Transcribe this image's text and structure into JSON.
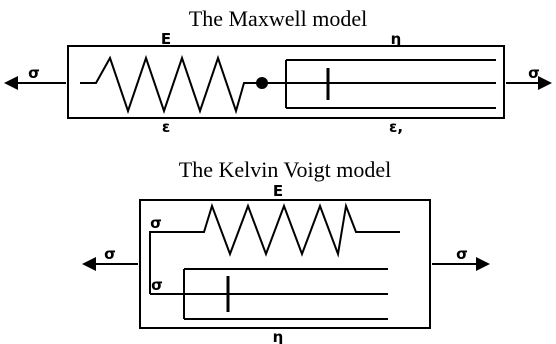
{
  "maxwell": {
    "title": "The Maxwell model",
    "spring_label": "E",
    "dashpot_label": "η",
    "strain_spring_label": "ε",
    "strain_dashpot_label": "ε,",
    "stress_left_label": "σ",
    "stress_right_label": "σ"
  },
  "kelvin_voigt": {
    "title": "The Kelvin Voigt model",
    "spring_label": "E",
    "dashpot_label": "η",
    "stress_inner_top_label": "σ",
    "stress_inner_bottom_label": "σ",
    "stress_left_label": "σ",
    "stress_right_label": "σ"
  }
}
